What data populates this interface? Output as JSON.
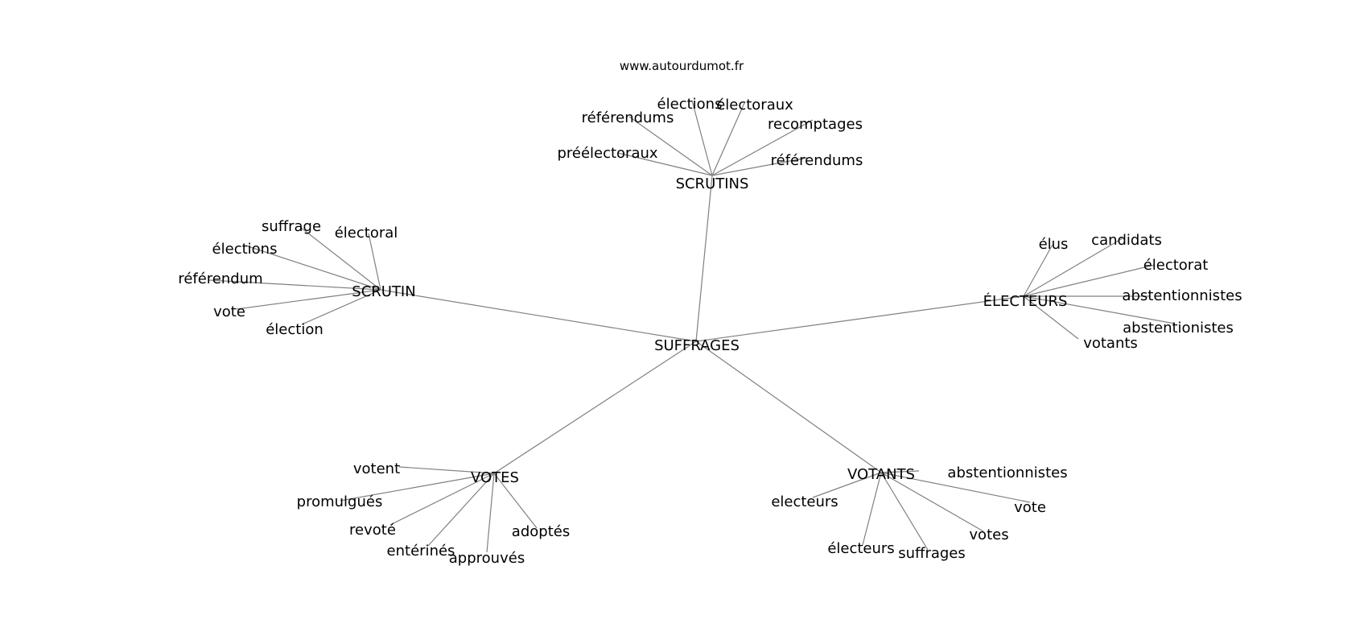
{
  "watermark": "www.autourdumot.fr",
  "colors": {
    "edge": "#808080",
    "text": "#000000",
    "background": "#ffffff"
  },
  "graph": {
    "root": "SUFFRAGES",
    "hubs": [
      {
        "label": "SCRUTINS",
        "leaves": [
          "élections",
          "référendums",
          "préélectoraux",
          "recomptages",
          "référendums",
          "électoraux"
        ]
      },
      {
        "label": "SCRUTIN",
        "leaves": [
          "suffrage",
          "électoral",
          "élections",
          "référendum",
          "vote",
          "élection"
        ]
      },
      {
        "label": "ÉLECTEURS",
        "leaves": [
          "élus",
          "candidats",
          "électorat",
          "abstentionnistes",
          "abstentionistes",
          "votants"
        ]
      },
      {
        "label": "VOTES",
        "leaves": [
          "votent",
          "promulgués",
          "revoté",
          "entérinés",
          "approuvés",
          "adoptés"
        ]
      },
      {
        "label": "VOTANTS",
        "leaves": [
          "abstentionnistes",
          "electeurs",
          "vote",
          "votes",
          "électeurs",
          "suffrages"
        ]
      }
    ]
  }
}
